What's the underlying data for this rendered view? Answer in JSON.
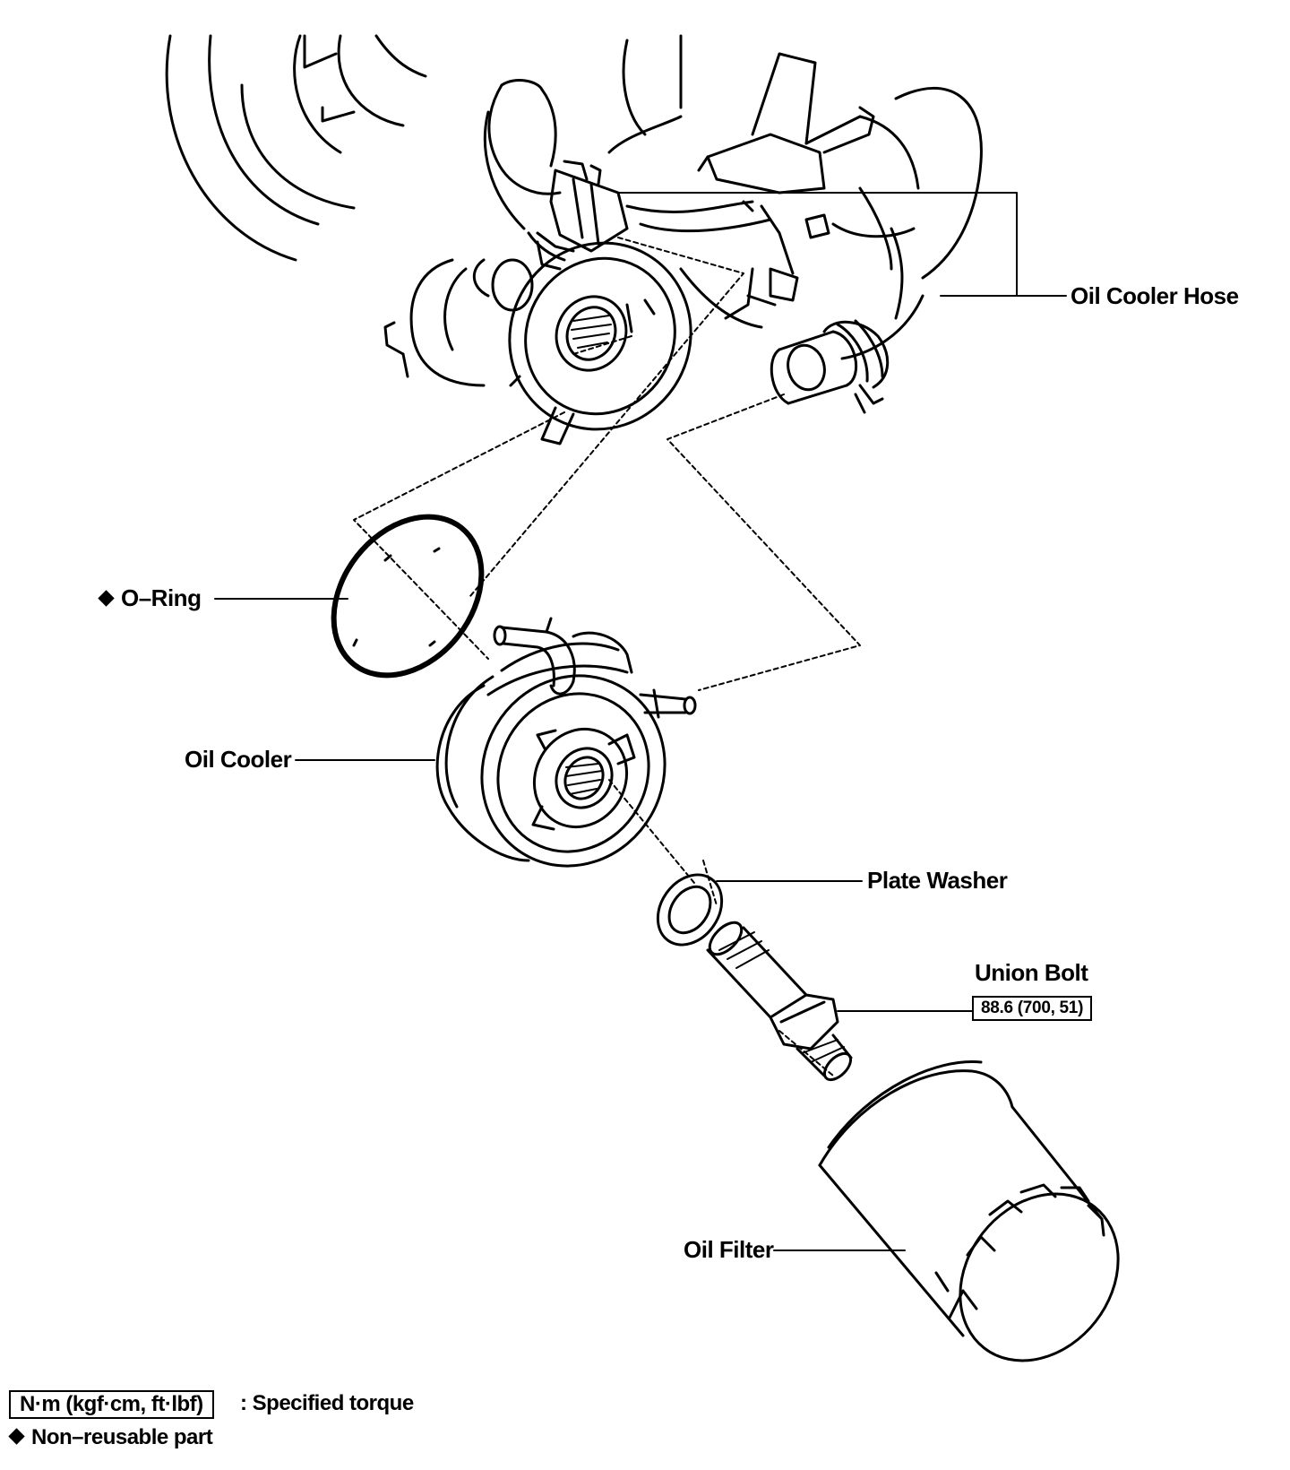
{
  "labels": {
    "oil_cooler_hose": "Oil Cooler Hose",
    "o_ring": "O–Ring",
    "oil_cooler": "Oil Cooler",
    "plate_washer": "Plate Washer",
    "union_bolt": "Union Bolt",
    "union_bolt_torque": "88.6 (700, 51)",
    "oil_filter": "Oil Filter"
  },
  "legend": {
    "torque_unit": "N·m (kgf·cm, ft·lbf)",
    "torque_desc": ": Specified torque",
    "non_reusable_desc": "Non–reusable part"
  },
  "icons": {
    "non_reusable_marker": "diamond-icon"
  },
  "colors": {
    "ink": "#000000",
    "paper": "#ffffff"
  }
}
